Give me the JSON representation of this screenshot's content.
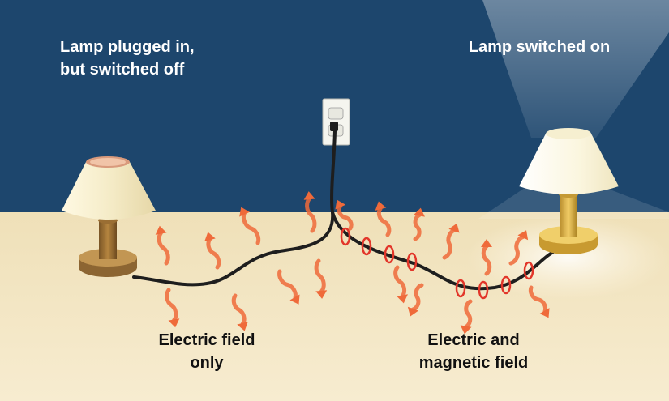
{
  "labels": {
    "lamp_off_line1": "Lamp plugged in,",
    "lamp_off_line2": "but switched off",
    "lamp_on": "Lamp switched on",
    "electric_only_line1": "Electric field",
    "electric_only_line2": "only",
    "both_line1": "Electric and",
    "both_line2": "magnetic field"
  },
  "colors": {
    "wall": "#1d466d",
    "floor": "#f4e7c6",
    "cord": "#1e1e1e",
    "field_arrow": "#ef6a3a",
    "magnetic_ring": "#e2362a",
    "shade": "#f7f0d2",
    "lamp_base": "#b98a3f"
  }
}
